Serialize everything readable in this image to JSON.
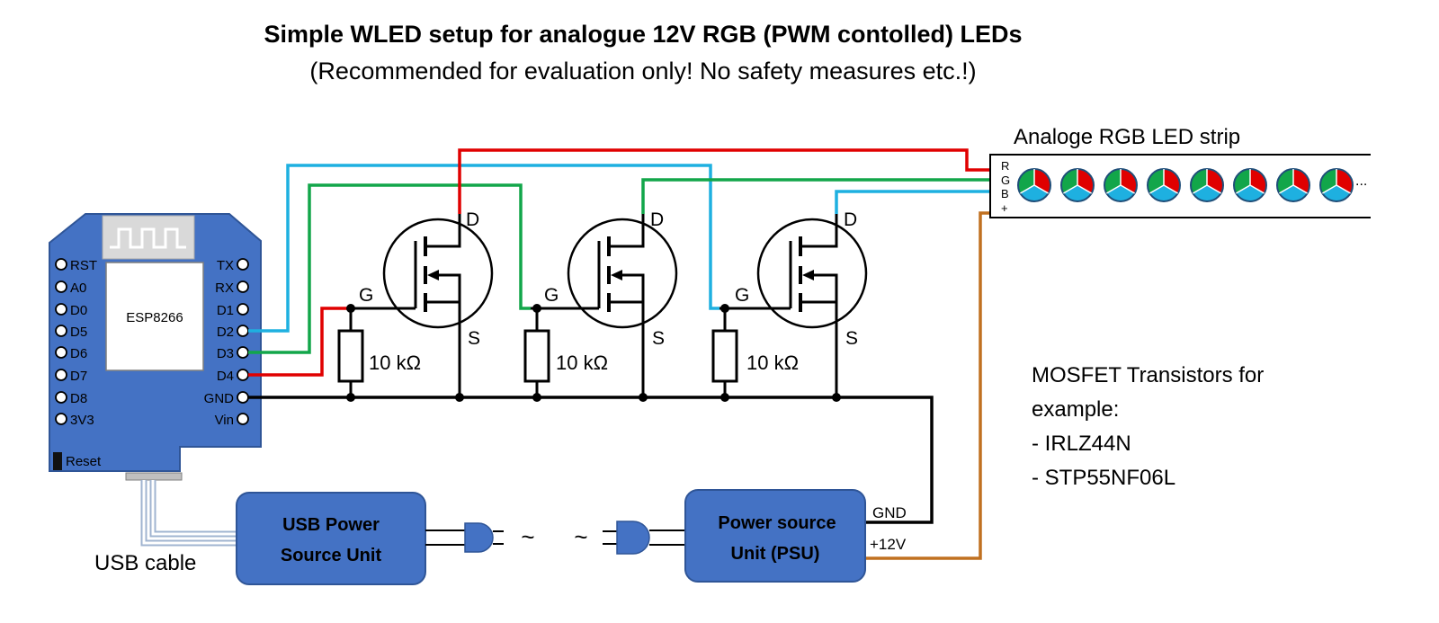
{
  "title": "Simple WLED setup for analogue 12V RGB (PWM contolled) LEDs",
  "subtitle": "(Recommended for evaluation only! No safety measures etc.!)",
  "board": {
    "chip_label": "ESP8266",
    "reset_label": "Reset",
    "left_pins": [
      "RST",
      "A0",
      "D0",
      "D5",
      "D6",
      "D7",
      "D8",
      "3V3"
    ],
    "right_pins": [
      "TX",
      "RX",
      "D1",
      "D2",
      "D3",
      "D4",
      "GND",
      "Vin"
    ]
  },
  "mosfet": {
    "gate": "G",
    "drain": "D",
    "source": "S"
  },
  "resistor_label": "10 kΩ",
  "strip": {
    "title": "Analoge RGB LED strip",
    "pins": [
      "R",
      "G",
      "B",
      "+"
    ],
    "ellipsis": "..."
  },
  "notes": {
    "lines": [
      "MOSFET Transistors for",
      "example:",
      "- IRLZ44N",
      "- STP55NF06L"
    ]
  },
  "usb_psu": {
    "line1": "USB Power",
    "line2": "Source Unit"
  },
  "usb_cable_label": "USB cable",
  "ac_symbol": "~",
  "psu": {
    "line1": "Power source",
    "line2": "Unit (PSU)",
    "gnd": "GND",
    "plus": "+12V"
  },
  "colors": {
    "red_wire": "#e00000",
    "green_wire": "#12a64a",
    "blue_wire": "#1eb0e0",
    "power_wire": "#c07020",
    "board": "#4472c4",
    "unit_fill": "#4472c4",
    "unit_border": "#2f5597"
  }
}
